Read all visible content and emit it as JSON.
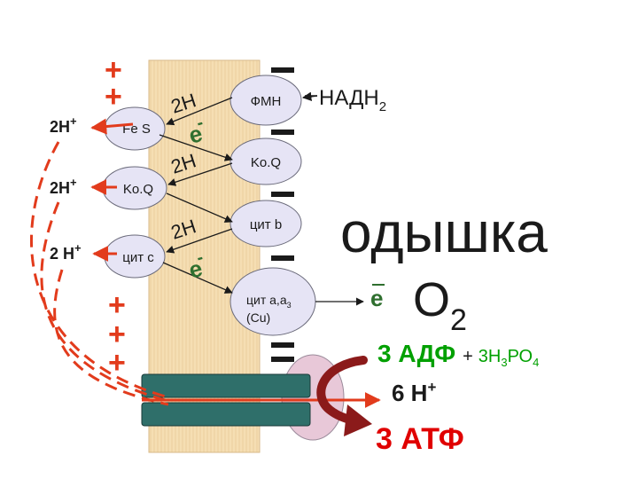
{
  "carriers": {
    "fmn": "ФМН",
    "fes": "Fe S",
    "koq_right": "Ko.Q",
    "koq_left": "Ko.Q",
    "cyt_b": "цит b",
    "cyt_c": "цит c",
    "cyt_aa3_line1": "цит a,a",
    "cyt_aa3_sub": "3",
    "cyt_aa3_line2": "(Cu)"
  },
  "nadh": {
    "text": "НАДН",
    "sub": "2"
  },
  "hydrogen": {
    "h1": "2Н",
    "h2": "2Н",
    "h3": "2Н"
  },
  "electron": {
    "symbol": "е",
    "bar": "-"
  },
  "protons": {
    "p1": "2Н",
    "p1_sup": "+",
    "p2": "2Н",
    "p2_sup": "+",
    "p3": "2 Н",
    "p3_sup": "+"
  },
  "signs": {
    "plus": "+",
    "minus": "−"
  },
  "right": {
    "dyspnea": "одышка",
    "e_symbol": "е",
    "o2": "О",
    "o2_sub": "2",
    "adp": "3 АДФ",
    "plus_sign": "+",
    "phosphate_a": "3Н",
    "phosphate_a_sub": "3",
    "phosphate_b": "РО",
    "phosphate_b_sub": "4",
    "h_in": "6 Н",
    "h_in_sup": "+",
    "atp": "3 АТФ"
  },
  "colors": {
    "membrane": "#f5deb3",
    "carrier": "#e6e4f5",
    "proton_red": "#e23b1c",
    "arrow_dark": "#8b1a1a",
    "electron_green": "#2f6f2f",
    "green_text": "#00a000",
    "atp_red": "#e00000",
    "channel": "#2f6f6a",
    "atpase": "#e8c8d8"
  }
}
